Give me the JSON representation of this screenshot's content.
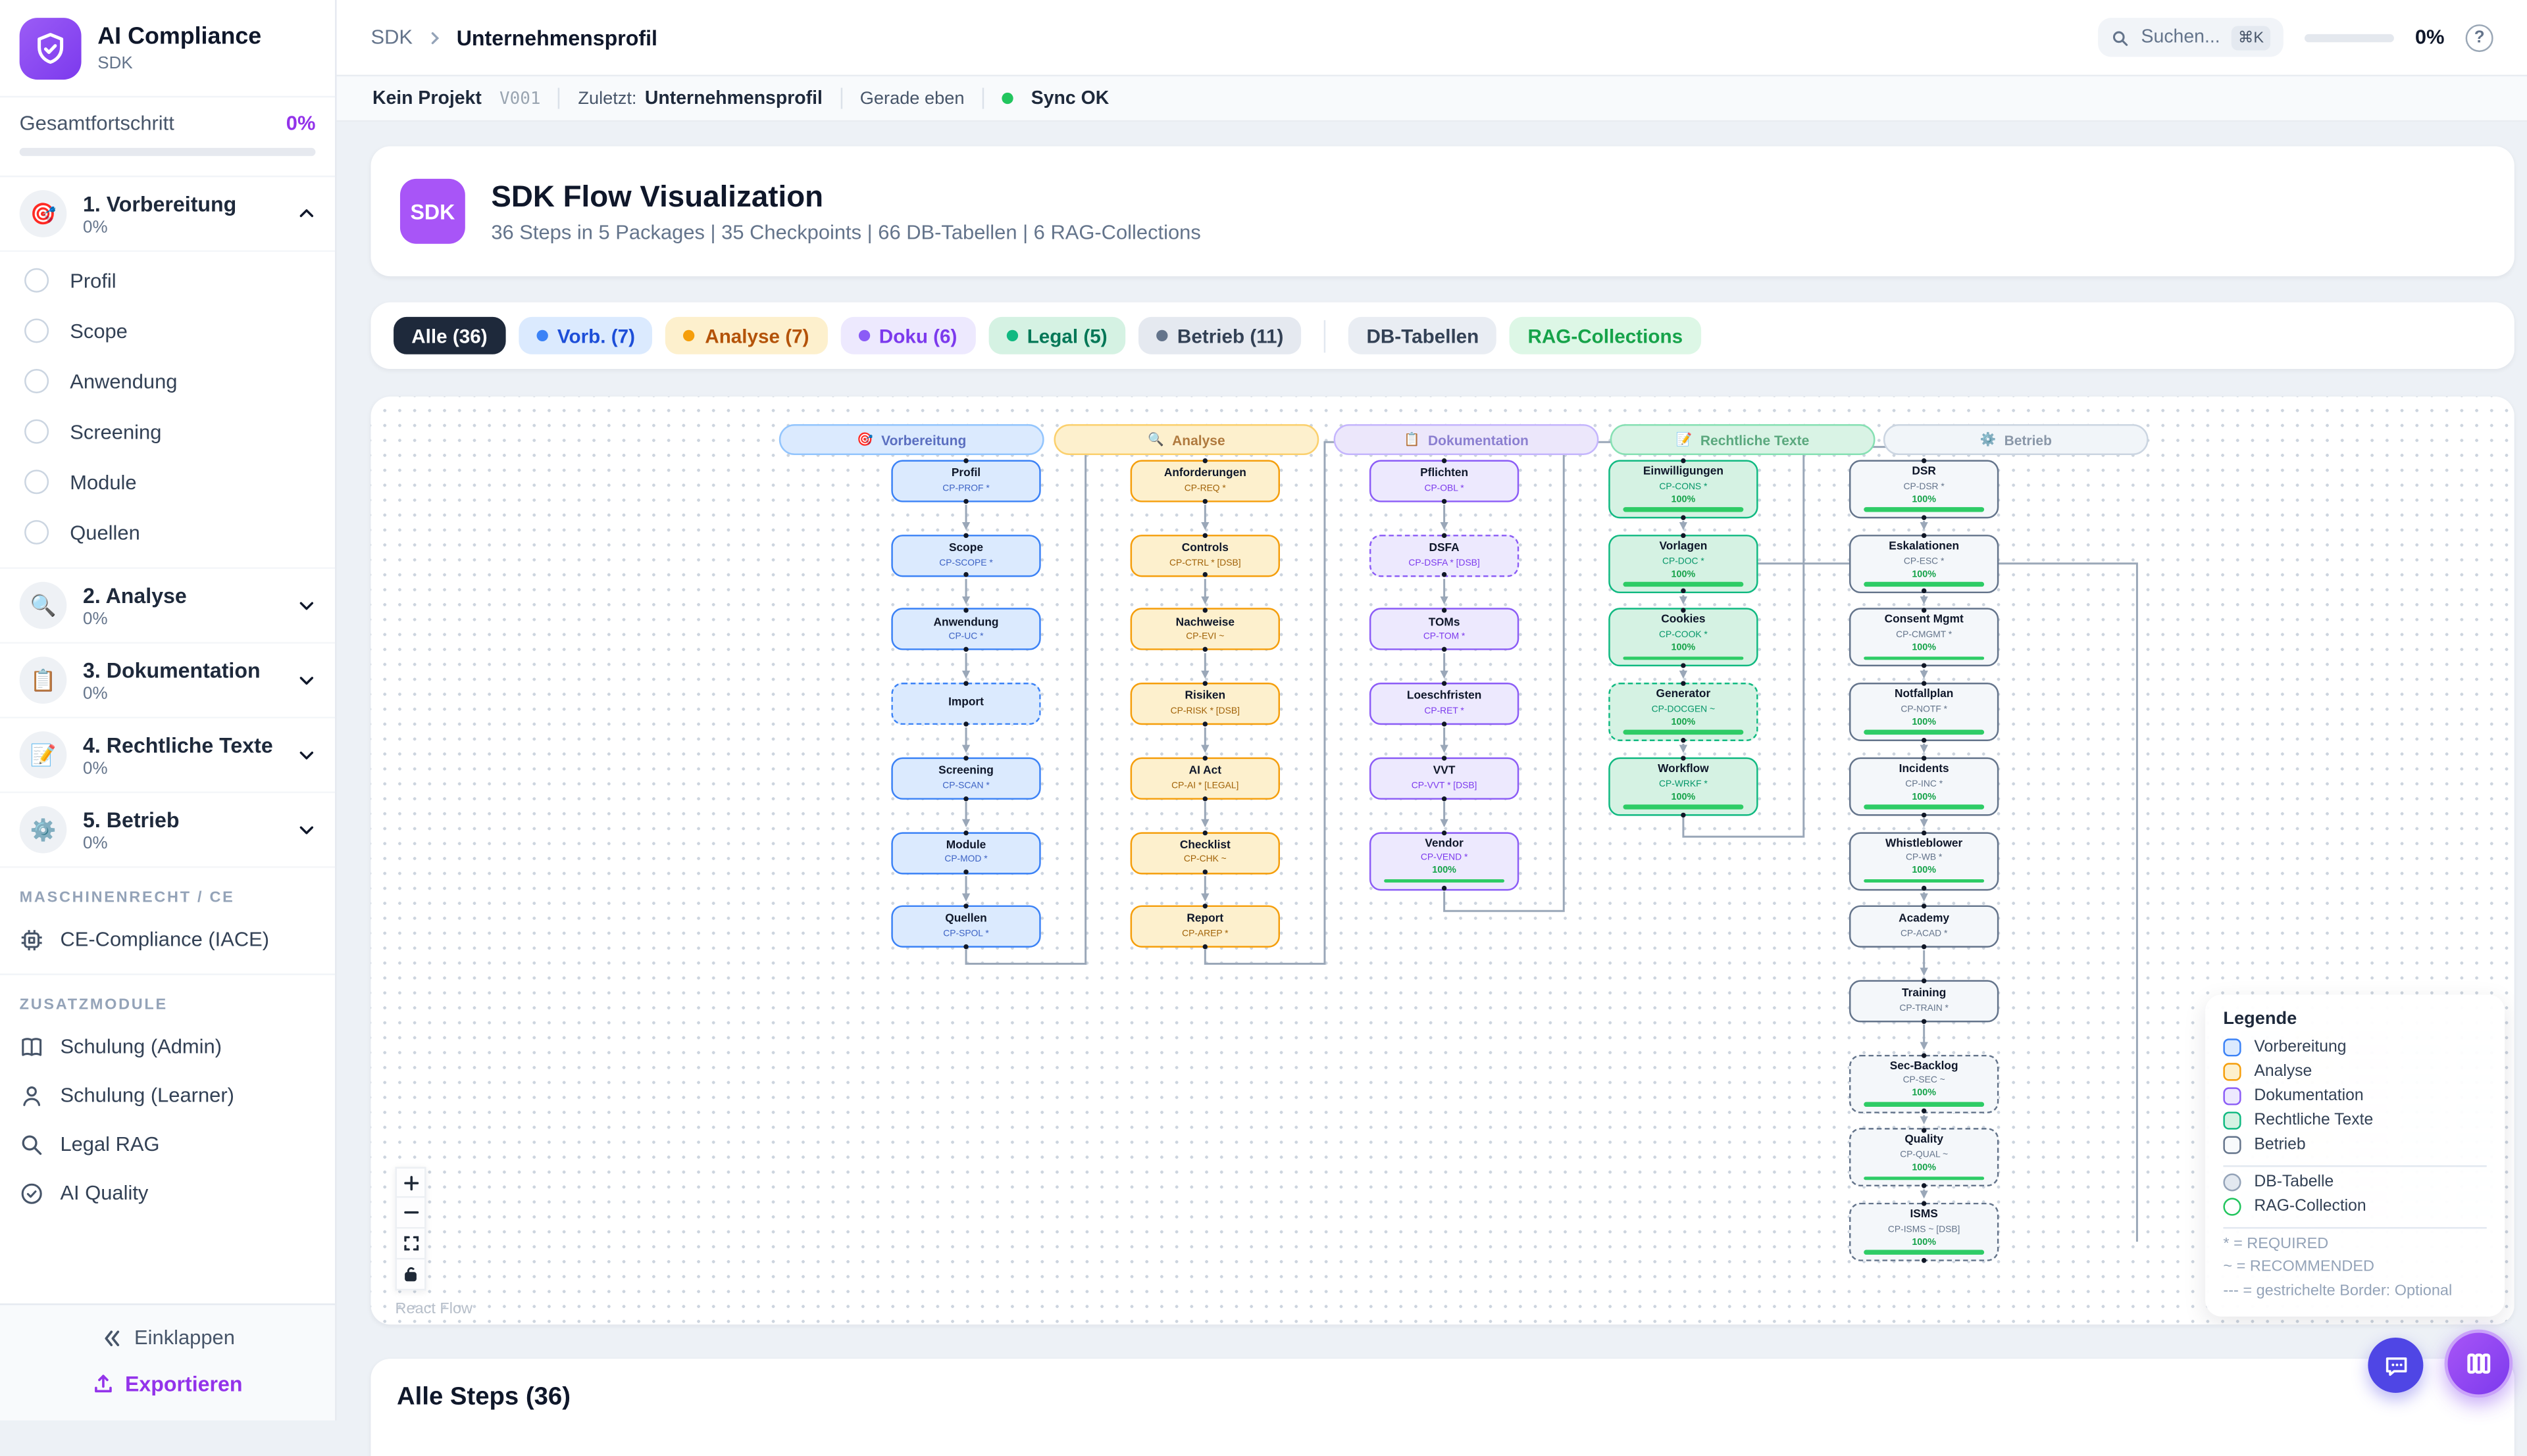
{
  "app": {
    "title": "AI Compliance",
    "subtitle": "SDK"
  },
  "colors": {
    "accent_purple": "#9333ea",
    "brand_violet": "#7c3aed",
    "sync_green": "#22c55e",
    "progress_green": "#16a34a",
    "edge_gray": "#9aa7b8"
  },
  "sidebar": {
    "overall_label": "Gesamtfortschritt",
    "overall_value": "0%",
    "packages": [
      {
        "name": "1. Vorbereitung",
        "emoji": "🎯",
        "progress": "0%",
        "expanded": true,
        "steps": [
          "Profil",
          "Scope",
          "Anwendung",
          "Screening",
          "Module",
          "Quellen"
        ]
      },
      {
        "name": "2. Analyse",
        "emoji": "🔍",
        "progress": "0%"
      },
      {
        "name": "3. Dokumentation",
        "emoji": "📋",
        "progress": "0%"
      },
      {
        "name": "4. Rechtliche Texte",
        "emoji": "📝",
        "progress": "0%"
      },
      {
        "name": "5. Betrieb",
        "emoji": "⚙️",
        "progress": "0%"
      }
    ],
    "sections": [
      {
        "label": "MASCHINENRECHT / CE",
        "items": [
          {
            "icon": "cpu-icon",
            "label": "CE-Compliance (IACE)"
          }
        ]
      },
      {
        "label": "ZUSATZMODULE",
        "items": [
          {
            "icon": "book-icon",
            "label": "Schulung (Admin)"
          },
          {
            "icon": "user-icon",
            "label": "Schulung (Learner)"
          },
          {
            "icon": "search-icon",
            "label": "Legal RAG"
          },
          {
            "icon": "check-circle-icon",
            "label": "AI Quality"
          }
        ]
      }
    ],
    "collapse_label": "Einklappen",
    "export_label": "Exportieren"
  },
  "header": {
    "breadcrumb_root": "SDK",
    "breadcrumb_current": "Unternehmensprofil",
    "search_placeholder": "Suchen...",
    "search_kbd": "⌘K",
    "progress": "0%",
    "help_label": "?"
  },
  "statusbar": {
    "project": "Kein Projekt",
    "version": "V001",
    "last_label": "Zuletzt:",
    "last_value": "Unternehmensprofil",
    "time": "Gerade eben",
    "sync": "Sync OK"
  },
  "hero": {
    "badge": "SDK",
    "title": "SDK Flow Visualization",
    "subtitle": "36 Steps in 5 Packages | 35 Checkpoints | 66 DB-Tabellen | 6 RAG-Collections"
  },
  "filters": [
    {
      "label": "Alle (36)",
      "cls": "chip-all",
      "active": true
    },
    {
      "label": "Vorb. (7)",
      "cls": "chip-blue",
      "dot": "#3b82f6"
    },
    {
      "label": "Analyse (7)",
      "cls": "chip-amber",
      "dot": "#f59e0b"
    },
    {
      "label": "Doku (6)",
      "cls": "chip-purple",
      "dot": "#8b5cf6"
    },
    {
      "label": "Legal (5)",
      "cls": "chip-green",
      "dot": "#10b981"
    },
    {
      "label": "Betrieb (11)",
      "cls": "chip-slate",
      "dot": "#64748b"
    },
    {
      "sep": true
    },
    {
      "label": "DB-Tabellen",
      "cls": "chip-db"
    },
    {
      "label": "RAG-Collections",
      "cls": "chip-rag"
    }
  ],
  "flow": {
    "attribution": "React Flow",
    "controls": [
      "zoom-in",
      "zoom-out",
      "fit-view",
      "lock"
    ],
    "columns": [
      {
        "id": "vorbereitung",
        "label": "Vorbereitung",
        "emoji": "🎯",
        "theme": "blue",
        "nodes": [
          {
            "title": "Profil",
            "code": "CP-PROF *"
          },
          {
            "title": "Scope",
            "code": "CP-SCOPE *"
          },
          {
            "title": "Anwendung",
            "code": "CP-UC *"
          },
          {
            "title": "Import",
            "code": "",
            "dashed": true
          },
          {
            "title": "Screening",
            "code": "CP-SCAN *"
          },
          {
            "title": "Module",
            "code": "CP-MOD *"
          },
          {
            "title": "Quellen",
            "code": "CP-SPOL *"
          }
        ]
      },
      {
        "id": "analyse",
        "label": "Analyse",
        "emoji": "🔍",
        "theme": "amber",
        "nodes": [
          {
            "title": "Anforderungen",
            "code": "CP-REQ *"
          },
          {
            "title": "Controls",
            "code": "CP-CTRL * [DSB]"
          },
          {
            "title": "Nachweise",
            "code": "CP-EVI ~"
          },
          {
            "title": "Risiken",
            "code": "CP-RISK * [DSB]"
          },
          {
            "title": "AI Act",
            "code": "CP-AI * [LEGAL]"
          },
          {
            "title": "Checklist",
            "code": "CP-CHK ~"
          },
          {
            "title": "Report",
            "code": "CP-AREP *"
          }
        ]
      },
      {
        "id": "dokumentation",
        "label": "Dokumentation",
        "emoji": "📋",
        "theme": "purple",
        "nodes": [
          {
            "title": "Pflichten",
            "code": "CP-OBL *"
          },
          {
            "title": "DSFA",
            "code": "CP-DSFA * [DSB]",
            "dashed": true
          },
          {
            "title": "TOMs",
            "code": "CP-TOM *"
          },
          {
            "title": "Loeschfristen",
            "code": "CP-RET *"
          },
          {
            "title": "VVT",
            "code": "CP-VVT * [DSB]"
          },
          {
            "title": "Vendor",
            "code": "CP-VEND *",
            "progress": "100%"
          }
        ]
      },
      {
        "id": "rechtliche-texte",
        "label": "Rechtliche Texte",
        "emoji": "📝",
        "theme": "green",
        "nodes": [
          {
            "title": "Einwilligungen",
            "code": "CP-CONS *",
            "progress": "100%"
          },
          {
            "title": "Vorlagen",
            "code": "CP-DOC *",
            "progress": "100%"
          },
          {
            "title": "Cookies",
            "code": "CP-COOK *",
            "progress": "100%"
          },
          {
            "title": "Generator",
            "code": "CP-DOCGEN ~",
            "progress": "100%",
            "dashed": true
          },
          {
            "title": "Workflow",
            "code": "CP-WRKF *",
            "progress": "100%"
          }
        ]
      },
      {
        "id": "betrieb",
        "label": "Betrieb",
        "emoji": "⚙️",
        "theme": "slate",
        "nodes": [
          {
            "title": "DSR",
            "code": "CP-DSR *",
            "progress": "100%"
          },
          {
            "title": "Eskalationen",
            "code": "CP-ESC *",
            "progress": "100%"
          },
          {
            "title": "Consent Mgmt",
            "code": "CP-CMGMT *",
            "progress": "100%"
          },
          {
            "title": "Notfallplan",
            "code": "CP-NOTF *",
            "progress": "100%"
          },
          {
            "title": "Incidents",
            "code": "CP-INC *",
            "progress": "100%"
          },
          {
            "title": "Whistleblower",
            "code": "CP-WB *",
            "progress": "100%"
          },
          {
            "title": "Academy",
            "code": "CP-ACAD *"
          },
          {
            "title": "Training",
            "code": "CP-TRAIN *"
          },
          {
            "title": "Sec-Backlog",
            "code": "CP-SEC ~",
            "progress": "100%",
            "dashed": true
          },
          {
            "title": "Quality",
            "code": "CP-QUAL ~",
            "progress": "100%",
            "dashed": true
          },
          {
            "title": "ISMS",
            "code": "CP-ISMS ~ [DSB]",
            "progress": "100%",
            "dashed": true
          }
        ]
      }
    ]
  },
  "legend": {
    "title": "Legende",
    "squares": [
      {
        "label": "Vorbereitung",
        "border": "#3b82f6",
        "bg": "#dbeafe"
      },
      {
        "label": "Analyse",
        "border": "#f59e0b",
        "bg": "#fdf0cd"
      },
      {
        "label": "Dokumentation",
        "border": "#8b5cf6",
        "bg": "#ede9fe"
      },
      {
        "label": "Rechtliche Texte",
        "border": "#10b981",
        "bg": "#d5f2e3"
      },
      {
        "label": "Betrieb",
        "border": "#64748b",
        "bg": "#f8fafc"
      }
    ],
    "circles": [
      {
        "label": "DB-Tabelle",
        "border": "#94a3b8",
        "bg": "#e2e8f0"
      },
      {
        "label": "RAG-Collection",
        "border": "#22c55e",
        "bg": "#ffffff"
      }
    ],
    "notes": [
      "* = REQUIRED",
      "~ = RECOMMENDED",
      "--- = gestrichelte Border: Optional"
    ]
  },
  "bottom": {
    "title": "Alle Steps (36)"
  }
}
